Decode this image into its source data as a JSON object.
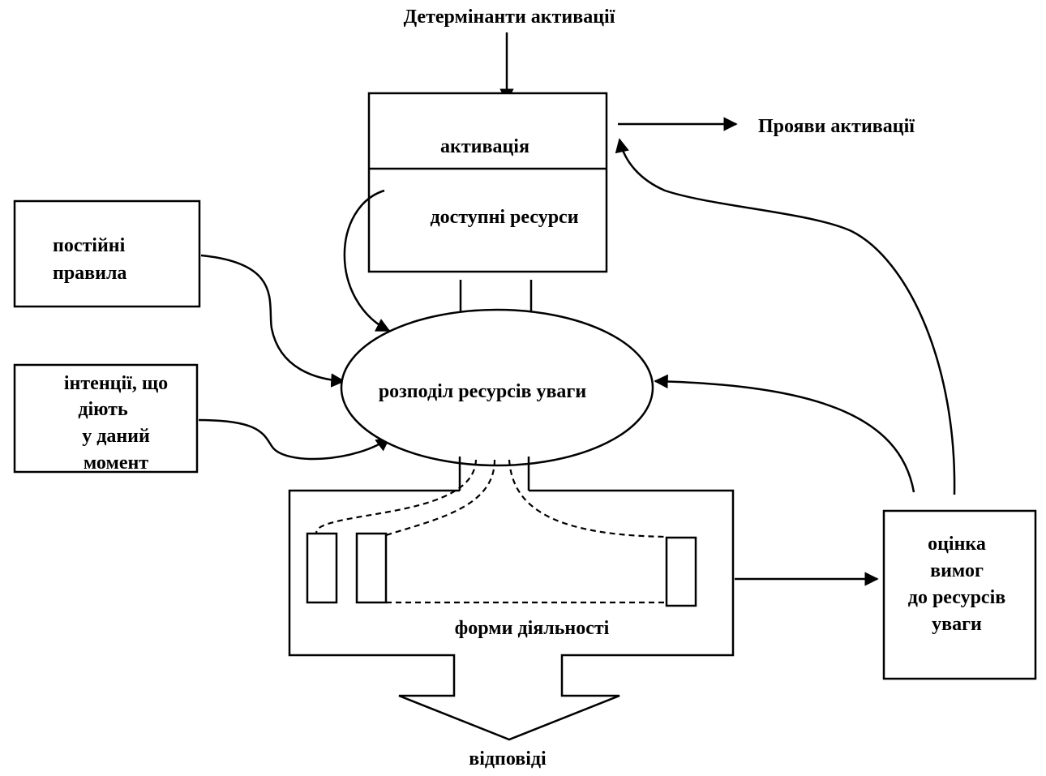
{
  "diagram": {
    "top_label": "Детермінанти активації",
    "activation": "активація",
    "available_resources": "доступні ресурси",
    "manifestations": "Прояви активації",
    "constant_rules": [
      "постійні",
      "правила"
    ],
    "intentions": [
      "інтенції, що",
      "діють",
      "у даний",
      "момент"
    ],
    "allocation": "розподіл ресурсів уваги",
    "activity_forms": "форми діяльності",
    "responses": "відповіді",
    "evaluation": [
      "оцінка",
      "вимог",
      "до ресурсів",
      "уваги"
    ]
  }
}
